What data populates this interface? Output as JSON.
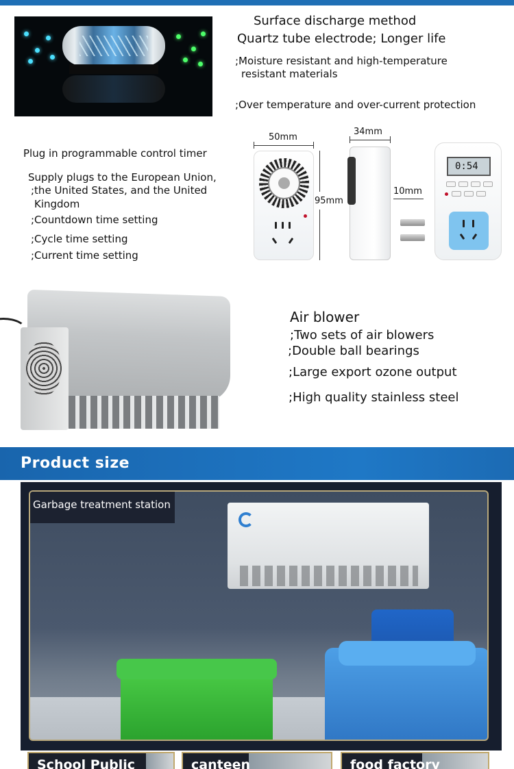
{
  "electrode_section": {
    "title": "Surface discharge method",
    "subtitle": "Quartz tube electrode; Longer life",
    "feature_1_line1": ";Moisture resistant and high-temperature",
    "feature_1_line2": "resistant materials",
    "feature_2": ";Over temperature and over-current protection"
  },
  "timer_section": {
    "title": "Plug in programmable control timer",
    "supply_line1": "Supply plugs to the European Union,",
    "supply_line2": ";the United States, and the United",
    "supply_line3": "Kingdom",
    "item_1": ";Countdown time setting",
    "item_2": ";Cycle time setting",
    "item_3": ";Current time setting",
    "dim_width": "50mm",
    "dim_height": "95mm",
    "dim_depth": "34mm",
    "dim_prong": "10mm",
    "lcd_text": "0:54"
  },
  "blower_section": {
    "title": "Air blower",
    "item_1": ";Two sets of air blowers",
    "item_2": ";Double ball bearings",
    "item_3": ";Large export ozone output",
    "item_4": ";High quality stainless steel"
  },
  "product_size": {
    "title": "Product size"
  },
  "scenes": {
    "main_label": "Garbage treatment station",
    "tile_1": "School Public",
    "tile_2": "canteen",
    "tile_3": "food factory"
  },
  "colors": {
    "accent_blue": "#1f6fb5",
    "frame_gold": "#c0a86c"
  }
}
